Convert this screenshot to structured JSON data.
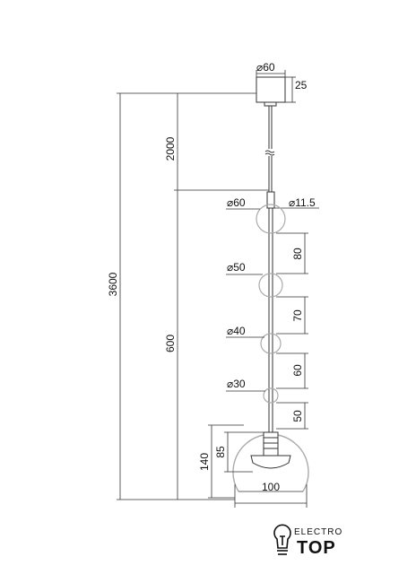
{
  "colors": {
    "line": "#333333",
    "glass": "#aaaaaa",
    "text": "#111111"
  },
  "canopy": {
    "diameter": "⌀60",
    "height": "25"
  },
  "cord": {
    "length": "2000",
    "break_symbol": "≈",
    "diameter": "⌀11.5"
  },
  "total_height": "3600",
  "pendant_length": "600",
  "balls": [
    {
      "diameter": "⌀60",
      "spacing": "80"
    },
    {
      "diameter": "⌀50",
      "spacing": "70"
    },
    {
      "diameter": "⌀40",
      "spacing": "60"
    },
    {
      "diameter": "⌀30",
      "spacing": "50"
    }
  ],
  "shade": {
    "height": "140",
    "socket_height": "85",
    "width": "100"
  },
  "logo": {
    "top": "ELECTRO",
    "bottom": "TOP",
    "icon": "lightbulb-icon"
  }
}
